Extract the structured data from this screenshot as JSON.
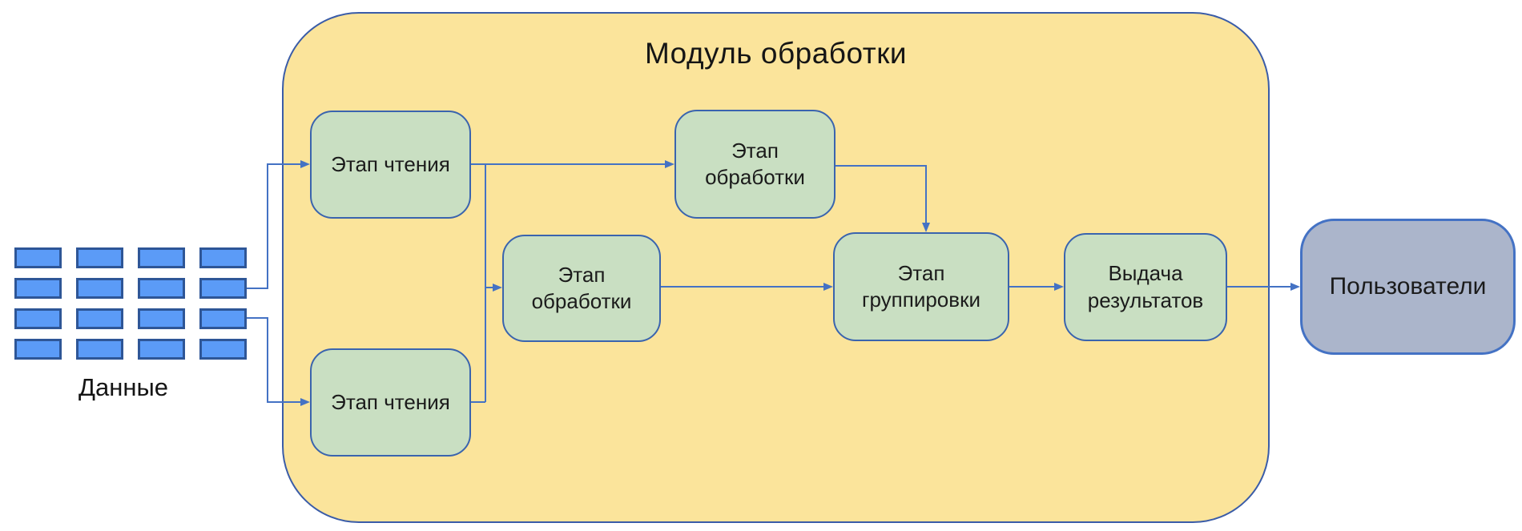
{
  "diagram": {
    "title": "Модуль обработки",
    "data_source": {
      "label": "Данные",
      "rows": 4,
      "cols": 4
    },
    "stages": [
      {
        "id": "reading_top",
        "label": "Этап чтения"
      },
      {
        "id": "reading_bottom",
        "label": "Этап чтения"
      },
      {
        "id": "processing_mid",
        "label": "Этап обработки"
      },
      {
        "id": "processing_top",
        "label": "Этап обработки"
      },
      {
        "id": "grouping",
        "label": "Этап группировки"
      },
      {
        "id": "results",
        "label": "Выдача результатов"
      }
    ],
    "output": {
      "label": "Пользователи"
    },
    "edges": [
      {
        "from": "data",
        "to": "reading_top"
      },
      {
        "from": "data",
        "to": "reading_bottom"
      },
      {
        "from": "reading_top",
        "to": "processing_top"
      },
      {
        "from": "reading_top",
        "to": "processing_mid"
      },
      {
        "from": "reading_bottom",
        "to": "processing_mid"
      },
      {
        "from": "processing_top",
        "to": "grouping"
      },
      {
        "from": "processing_mid",
        "to": "grouping"
      },
      {
        "from": "grouping",
        "to": "results"
      },
      {
        "from": "results",
        "to": "users"
      }
    ],
    "colors": {
      "container_fill": "#fbe49b",
      "container_border": "#3a5ca8",
      "stage_fill": "#c9dfc2",
      "stage_border": "#3a64ae",
      "data_fill": "#5b9bf7",
      "data_border": "#2e5697",
      "users_fill": "#abb5cb",
      "users_border": "#4472c4",
      "connector": "#4472c4",
      "text": "#1b1b1b"
    }
  }
}
